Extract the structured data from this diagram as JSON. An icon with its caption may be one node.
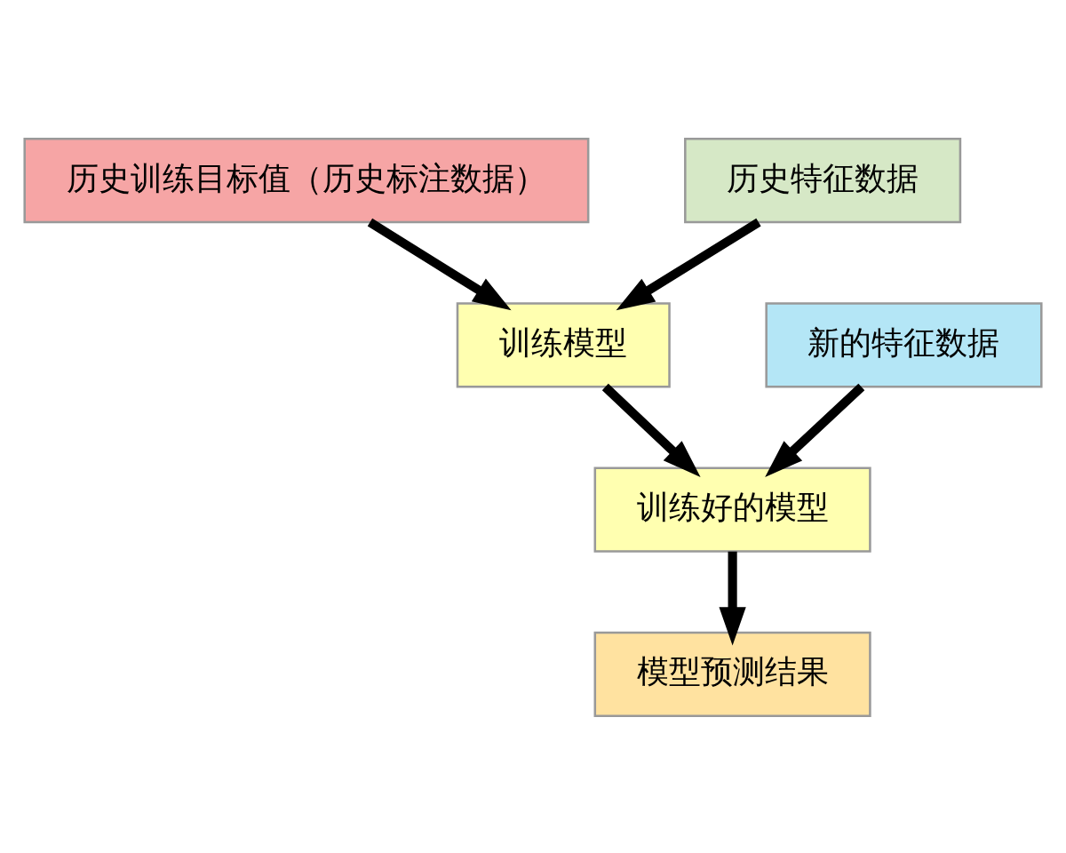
{
  "diagram": {
    "nodes": [
      {
        "text": [
          "历史训练目标值（历史标注数据）"
        ]
      },
      {
        "text": [
          "历史特征数据"
        ]
      },
      {
        "text": [
          "新的特征数据"
        ]
      },
      {
        "text": [
          "训练模型"
        ]
      },
      {
        "text": [
          "训练好的模型"
        ]
      },
      {
        "text": [
          "模型预测结果"
        ]
      }
    ],
    "edges": [
      {
        "from": 0,
        "to": 3,
        "arrow": "to"
      },
      {
        "from": 1,
        "to": 3,
        "arrow": "to"
      },
      {
        "from": 3,
        "to": 4,
        "arrow": "to"
      },
      {
        "from": 2,
        "to": 4,
        "arrow": "to"
      },
      {
        "from": 4,
        "to": 5,
        "arrow": "to"
      }
    ]
  }
}
